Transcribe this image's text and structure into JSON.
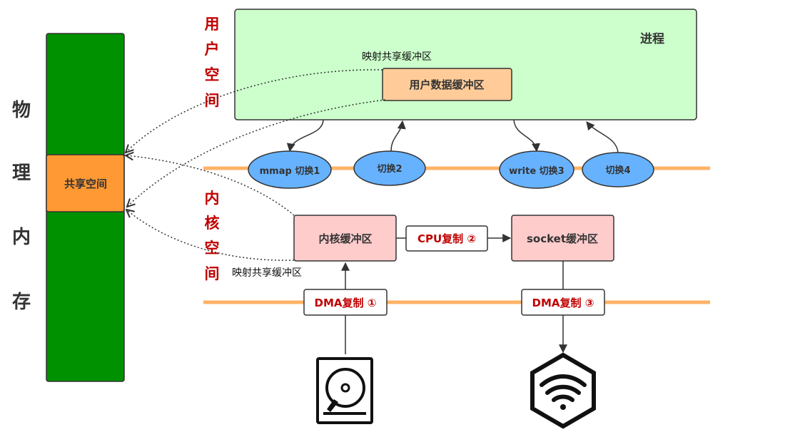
{
  "physical_memory": {
    "chars": [
      "物",
      "理",
      "内",
      "存"
    ],
    "shared_space_label": "共享空间"
  },
  "user_space": {
    "chars": [
      "用",
      "户",
      "空",
      "间"
    ]
  },
  "kernel_space": {
    "chars": [
      "内",
      "核",
      "空",
      "间"
    ]
  },
  "process": {
    "label": "进程",
    "user_buffer_label": "用户数据缓冲区"
  },
  "map_labels": {
    "top": "映射共享缓冲区",
    "bottom": "映射共享缓冲区"
  },
  "switches": [
    "mmap 切换1",
    "切换2",
    "write 切换3",
    "切换4"
  ],
  "kernel_buffer_label": "内核缓冲区",
  "socket_buffer_label": "socket缓冲区",
  "cpu_copy_label": "CPU复制 ②",
  "dma_copy_1_label": "DMA复制 ①",
  "dma_copy_3_label": "DMA复制 ③",
  "icons": {
    "disk": "hard-disk-icon",
    "network": "wifi-icon"
  },
  "colors": {
    "memory_green": "#009100",
    "shared_orange": "#ff9933",
    "process_green": "#ccffcc",
    "user_buffer": "#ffcc99",
    "kernel_pink": "#ffcccc",
    "switch_blue": "#66b2ff",
    "divider_orange": "#ffb366",
    "label_red": "#c00000"
  }
}
